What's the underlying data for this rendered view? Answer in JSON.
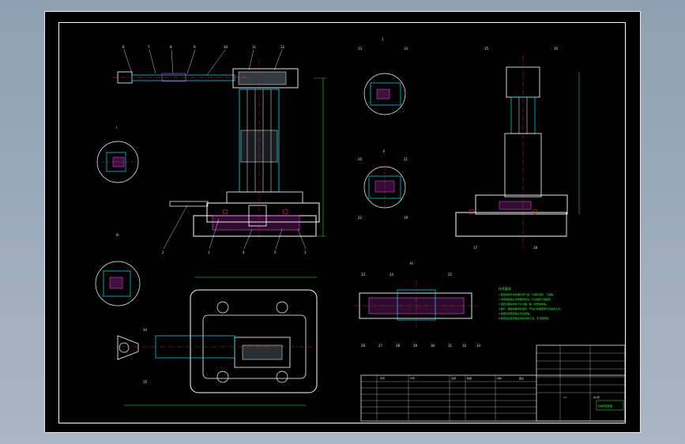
{
  "drawing": {
    "title_block_visible": true,
    "view_markers": {
      "top_center": "1",
      "section_upper": "I",
      "section_middle": "II",
      "section_left": "III",
      "section_plan": "IV"
    },
    "front_view_callouts": [
      "6",
      "7",
      "8",
      "9",
      "10",
      "11",
      "12",
      "2",
      "3",
      "4",
      "5",
      "1"
    ],
    "side_view_callouts": [
      "15",
      "16",
      "17",
      "18"
    ],
    "detail_callouts": [
      "13",
      "14",
      "20",
      "21",
      "22",
      "19"
    ],
    "bottom_section_callouts": [
      "23",
      "24",
      "25",
      "26",
      "27",
      "28",
      "29",
      "30",
      "31",
      "32",
      "33"
    ],
    "plan_view_callouts": [
      "34",
      "35"
    ],
    "notes_title": "技术要求",
    "notes_lines": [
      "1.装配前所有零件要清洗干净，不得有毛刺、飞边等。",
      "2.零件装配前必须按图纸检查，不合格者不得装配。",
      "3.装配过程中零件不允许磕、碰、划伤和锈蚀。",
      "4.螺钉、螺栓和螺母紧固时，严禁打击或使用不合适的工具。",
      "5.各密封件装配前必须浸透油。",
      "6.装配后应检查各运动件运动灵活，无卡阻现象。"
    ],
    "title_block": {
      "rows_left": [
        "序号",
        "代号",
        "名称",
        "数量",
        "材料",
        "备注"
      ],
      "drawing_name": "机械手装配图",
      "scale": "1:1",
      "sheet": "共1张"
    }
  },
  "colors": {
    "outline": "#ffffff",
    "hidden": "#00e5ff",
    "center": "#ff3030",
    "dimension": "#30ff30",
    "hatch": "#ff40ff",
    "part_fill": "#cfe8ff"
  }
}
